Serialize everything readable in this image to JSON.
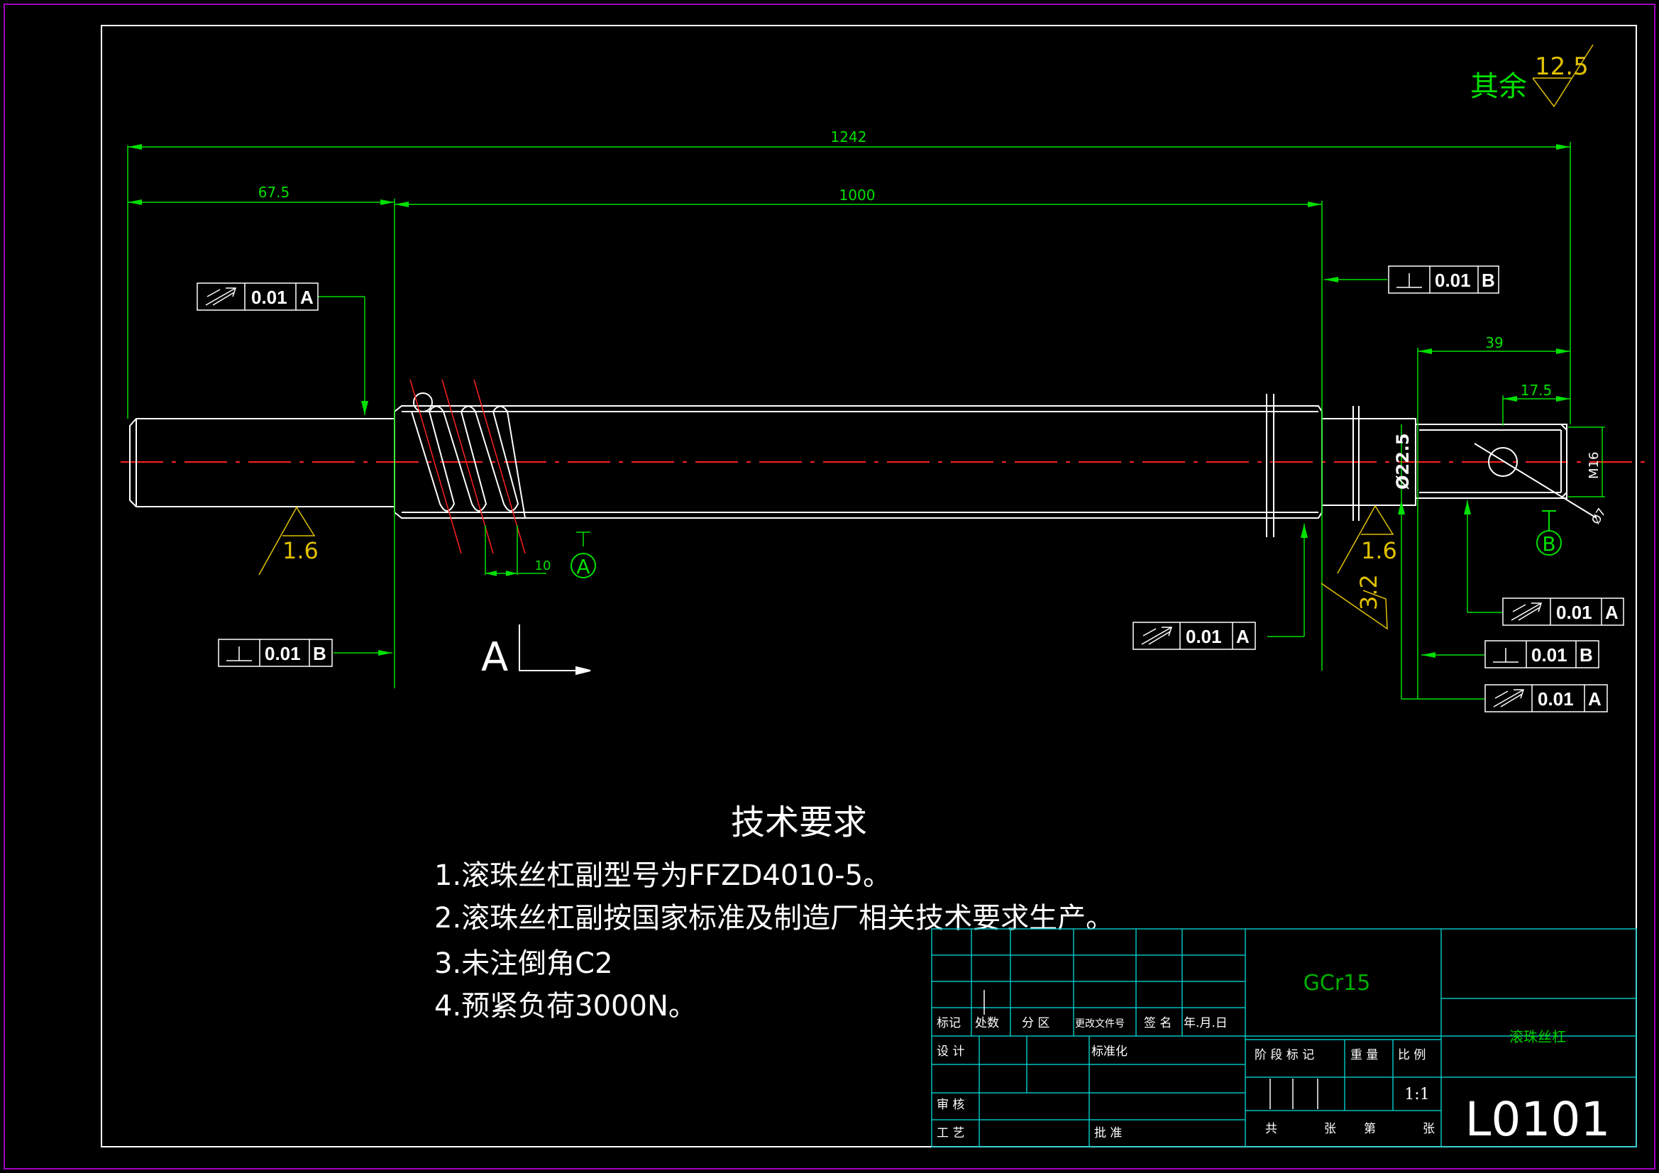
{
  "dimensions": {
    "overall": "1242",
    "left_journal": "67.5",
    "thread_length": "1000",
    "right_end": "39",
    "hole_pos": "17.5",
    "diameter": "Ø22.5",
    "thread_size": "M16",
    "hole_dia": "Ø7",
    "lead": "10"
  },
  "roughness": {
    "other_label": "其余",
    "other_value": "12.5",
    "r1": "1.6",
    "r2": "1.6",
    "r3": "3.2"
  },
  "tolerances": {
    "tol1": {
      "value": "0.01",
      "datum": "A"
    },
    "tol2": {
      "value": "0.01",
      "datum": "B"
    },
    "tol3": {
      "value": "0.01",
      "datum": "B"
    },
    "tol4": {
      "value": "0.01",
      "datum": "A"
    },
    "tol5": {
      "value": "0.01",
      "datum": "A"
    },
    "tol6": {
      "value": "0.01",
      "datum": "B"
    },
    "tol7": {
      "value": "0.01",
      "datum": "A"
    }
  },
  "datums": {
    "a": "A",
    "b": "B"
  },
  "section_label": "A",
  "tech": {
    "title": "技术要求",
    "items": [
      "1.滚珠丝杠副型号为FFZD4010-5。",
      "2.滚珠丝杠副按国家标准及制造厂相关技术要求生产。",
      "3.未注倒角C2",
      "4.预紧负荷3000N。"
    ]
  },
  "titleblock": {
    "material": "GCr15",
    "part_name": "滚珠丝杠",
    "drawing_no": "L0101",
    "scale": "1:1",
    "h_mark": "标记",
    "h_count": "处数",
    "h_zone": "分 区",
    "h_doc": "更改文件号",
    "h_sign": "签 名",
    "h_date": "年.月.日",
    "design": "设 计",
    "standard": "标准化",
    "review": "审 核",
    "process": "工 艺",
    "approve": "批 准",
    "stage": "阶 段 标 记",
    "weight": "重 量",
    "ratio": "比 例",
    "total": "共",
    "sheets": "张",
    "page": "第",
    "sheet2": "张"
  },
  "colors": {
    "background": "#000000",
    "frame": "#ffffff",
    "outer_frame": "#a000c0",
    "dimension": "#00e000",
    "centerline": "#ff2020",
    "roughness": "#e0c000",
    "title_grid": "#00c0c0",
    "material_text": "#00b000"
  }
}
